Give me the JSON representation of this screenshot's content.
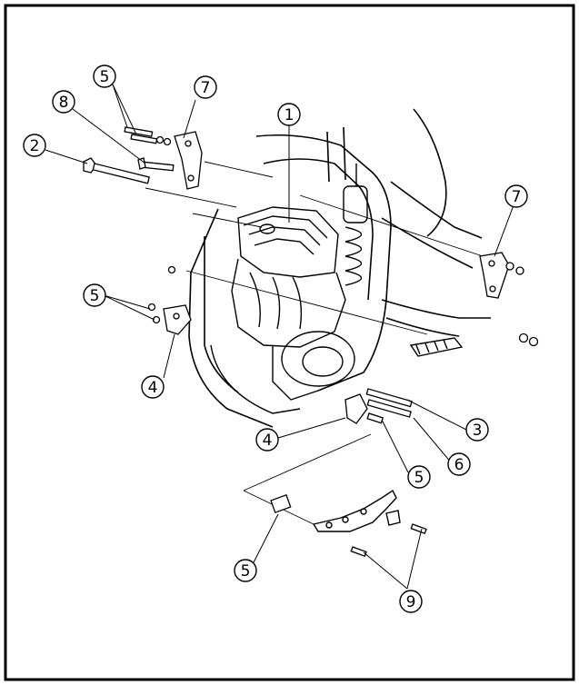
{
  "diagram": {
    "callouts": [
      {
        "id": "c1",
        "label": "1"
      },
      {
        "id": "c2",
        "label": "2"
      },
      {
        "id": "c3",
        "label": "3"
      },
      {
        "id": "c4a",
        "label": "4"
      },
      {
        "id": "c4b",
        "label": "4"
      },
      {
        "id": "c5a",
        "label": "5"
      },
      {
        "id": "c5b",
        "label": "5"
      },
      {
        "id": "c5c",
        "label": "5"
      },
      {
        "id": "c5d",
        "label": "5"
      },
      {
        "id": "c6",
        "label": "6"
      },
      {
        "id": "c7a",
        "label": "7"
      },
      {
        "id": "c7b",
        "label": "7"
      },
      {
        "id": "c8",
        "label": "8"
      },
      {
        "id": "c9",
        "label": "9"
      }
    ]
  }
}
